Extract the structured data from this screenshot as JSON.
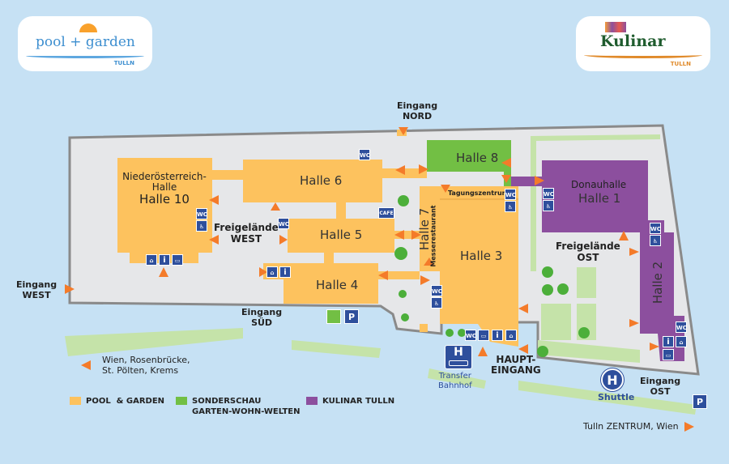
{
  "logos": {
    "pool_garden": {
      "name": "pool + garden",
      "sub": "TULLN"
    },
    "kulinar": {
      "name": "Kulinar",
      "sub": "TULLN"
    }
  },
  "halls": {
    "halle10_a": "Niederösterreich-",
    "halle10_b": "Halle",
    "halle10_c": "Halle 10",
    "halle6": "Halle 6",
    "halle5": "Halle 5",
    "halle4": "Halle 4",
    "halle7": "Halle 7",
    "halle7_sub": "Messerestaurant",
    "halle3": "Halle 3",
    "tagungszentrum": "Tagungszentrum",
    "halle8": "Halle 8",
    "donauhalle": "Donauhalle",
    "halle1": "Halle 1",
    "halle2": "Halle 2"
  },
  "areas": {
    "freigelaende_west": "Freigelände\nWEST",
    "freigelaende_ost": "Freigelände\nOST"
  },
  "entrances": {
    "nord": "Eingang\nNORD",
    "west": "Eingang\nWEST",
    "sued": "Eingang\nSÜD",
    "haupt": "HAUPT-\nEINGANG",
    "ost": "Eingang\nOST"
  },
  "directions": {
    "wien": "Wien, Rosenbrücke,\nSt. Pölten, Krems",
    "tulln": "Tulln ZENTRUM, Wien"
  },
  "transport": {
    "transfer": "Transfer\nBahnhof",
    "shuttle": "Shuttle",
    "bus_h": "H",
    "parking": "P"
  },
  "icons": {
    "wc": "WC",
    "cafe": "CAFE",
    "info": "i"
  },
  "legend": [
    {
      "label": "POOL  & GARDEN",
      "color": "#fdc25e"
    },
    {
      "label": "SONDERSCHAU\nGARTEN-WOHN-WELTEN",
      "color": "#72bf44"
    },
    {
      "label": "KULINAR TULLN",
      "color": "#8c4f9e"
    }
  ]
}
